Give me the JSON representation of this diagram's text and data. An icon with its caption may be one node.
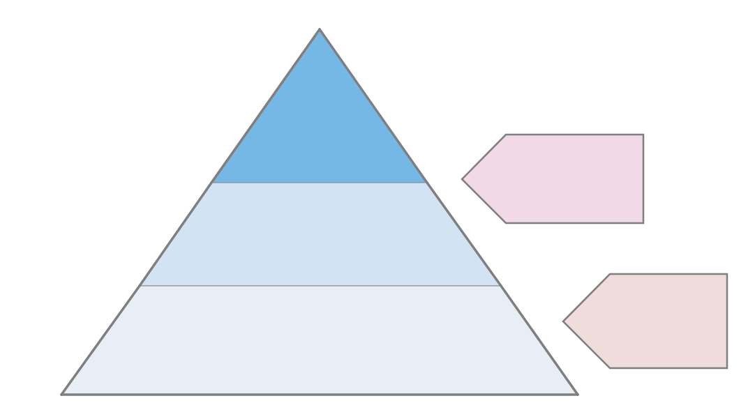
{
  "diagram": {
    "nodes": [
      {
        "text": [],
        "shape": "triangle"
      },
      {
        "text": [],
        "shape": "trapezoid"
      },
      {
        "text": [],
        "shape": "trapezoid"
      },
      {
        "text": [],
        "shape": "pentagon"
      },
      {
        "text": [],
        "shape": "pentagon"
      }
    ]
  }
}
